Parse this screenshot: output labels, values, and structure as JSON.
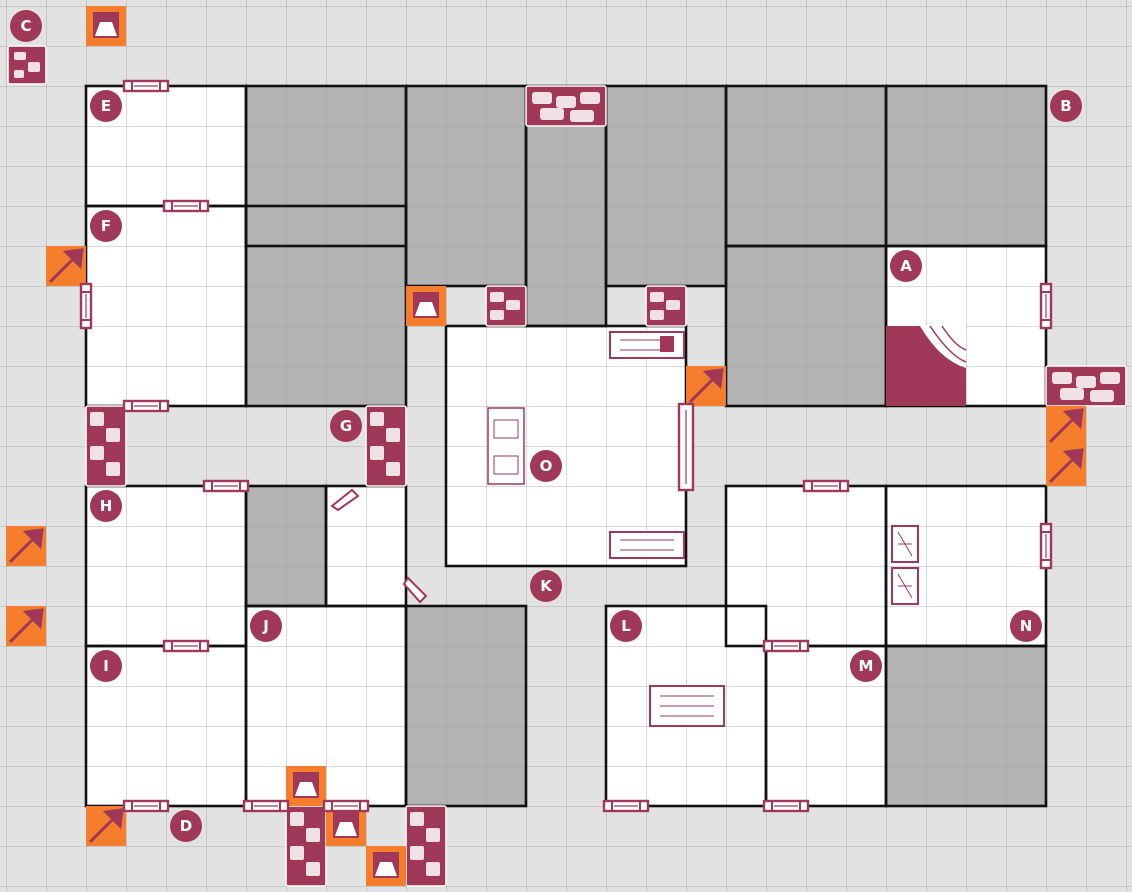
{
  "map": {
    "colors": {
      "corridor": "#e2e2e2",
      "room": "#ffffff",
      "rock": "#b3b3b3",
      "grid": "#9a9a9a",
      "wall": "#111111",
      "marker": "#a0385a",
      "accent": "#f47e2c"
    },
    "room_labels": [
      "A",
      "B",
      "C",
      "D",
      "E",
      "F",
      "G",
      "H",
      "I",
      "J",
      "K",
      "L",
      "M",
      "N",
      "O"
    ],
    "items": {
      "door": "door-icon",
      "stone_pillar": "stone-pillar-icon",
      "trapdoor": "trapdoor-icon",
      "dart_trap": "dart-trap-icon",
      "stairs": "stairs-icon",
      "table": "table-icon",
      "crate": "crate-icon",
      "lever": "lever-icon"
    }
  }
}
